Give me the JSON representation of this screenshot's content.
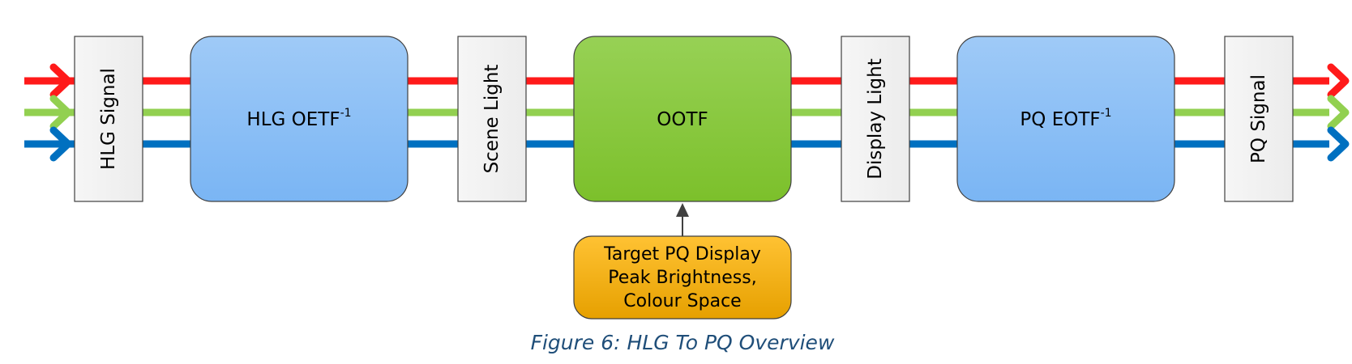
{
  "colors": {
    "red": "#ff1a1a",
    "green": "#92d050",
    "blue": "#0070c0",
    "panel_fill": "#f2f2f2",
    "blue_box_top": "#9fcaf7",
    "blue_box_bottom": "#7ab5f4",
    "green_box_top": "#97d155",
    "green_box_bottom": "#7cc02b",
    "orange_top": "#ffc233",
    "orange_bottom": "#e6a000",
    "caption": "#1f4e79"
  },
  "panels": {
    "hlg_signal": "HLG Signal",
    "scene_light": "Scene Light",
    "display_light": "Display Light",
    "pq_signal": "PQ Signal"
  },
  "blocks": {
    "hlg_oetf_inv": {
      "base": "HLG OETF",
      "sup": "-1"
    },
    "ootf": "OOTF",
    "pq_eotf_inv": {
      "base": "PQ EOTF",
      "sup": "-1"
    }
  },
  "input_box": {
    "line1": "Target PQ Display",
    "line2": "Peak Brightness,",
    "line3": "Colour Space"
  },
  "caption": "Figure 6: HLG To PQ Overview"
}
